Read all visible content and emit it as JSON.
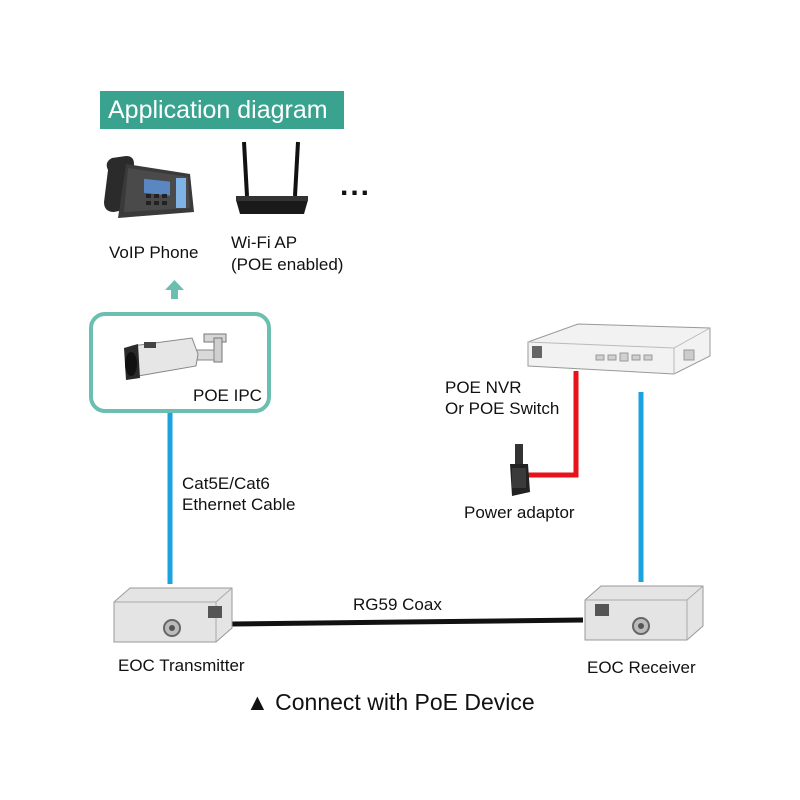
{
  "title": "Application diagram",
  "devices": {
    "voip_phone": "VoIP Phone",
    "wifi_ap_line1": "Wi-Fi AP",
    "wifi_ap_line2": "(POE enabled)",
    "more": "...",
    "poe_ipc": "POE IPC",
    "nvr_line1": "POE NVR",
    "nvr_line2": "Or POE Switch",
    "power_adaptor": "Power adaptor",
    "eoc_transmitter": "EOC Transmitter",
    "eoc_receiver": "EOC Receiver"
  },
  "cables": {
    "ethernet_line1": "Cat5E/Cat6",
    "ethernet_line2": "Ethernet Cable",
    "coax": "RG59 Coax"
  },
  "caption": {
    "marker": "▲",
    "text": "Connect with PoE Device"
  },
  "colors": {
    "accent": "#3aa38f",
    "ethernet": "#1aa3e0",
    "power": "#e8121a",
    "coax": "#111111"
  }
}
